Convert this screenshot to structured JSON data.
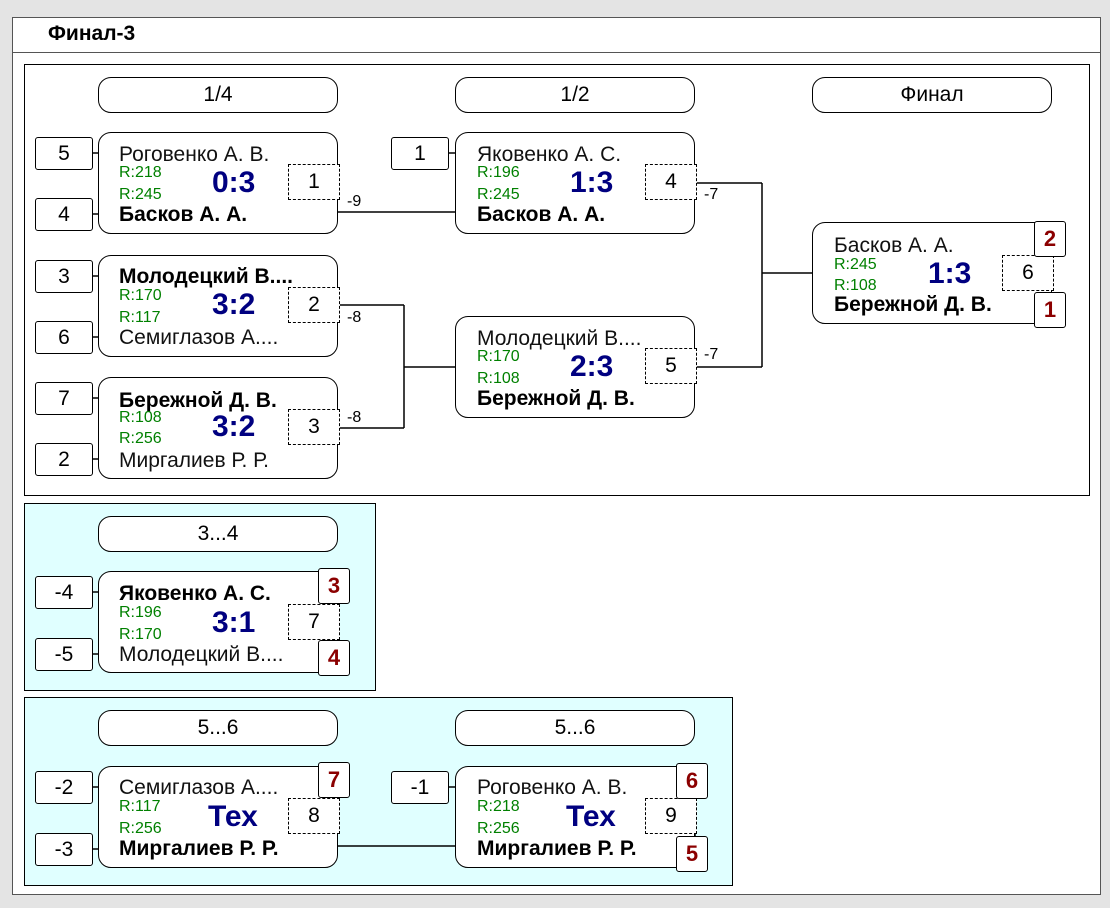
{
  "title": "Финал-3",
  "rounds": {
    "r14": "1/4",
    "r12": "1/2",
    "final": "Финал",
    "r34": "3...4",
    "r56a": "5...6",
    "r56b": "5...6"
  },
  "matches": {
    "m1": {
      "top_seed": "5",
      "bottom_seed": "4",
      "top": "Роговенко А. В.",
      "bottom": "Басков А. А.",
      "top_rating": "R:218",
      "bottom_rating": "R:245",
      "score": "0:3",
      "num": "1",
      "diff": "-9"
    },
    "m2": {
      "top_seed": "3",
      "bottom_seed": "6",
      "top": "Молодецкий В....",
      "bottom": "Семиглазов А....",
      "top_rating": "R:170",
      "bottom_rating": "R:117",
      "score": "3:2",
      "num": "2",
      "diff": "-8"
    },
    "m3": {
      "top_seed": "7",
      "bottom_seed": "2",
      "top": "Бережной Д. В.",
      "bottom": "Миргалиев Р. Р.",
      "top_rating": "R:108",
      "bottom_rating": "R:256",
      "score": "3:2",
      "num": "3",
      "diff": "-8"
    },
    "m4": {
      "top_seed": "1",
      "top": "Яковенко А. С.",
      "bottom": "Басков А. А.",
      "top_rating": "R:196",
      "bottom_rating": "R:245",
      "score": "1:3",
      "num": "4",
      "diff": "-7"
    },
    "m5": {
      "top": "Молодецкий В....",
      "bottom": "Бережной Д. В.",
      "top_rating": "R:170",
      "bottom_rating": "R:108",
      "score": "2:3",
      "num": "5",
      "diff": "-7"
    },
    "m6": {
      "top": "Басков А. А.",
      "bottom": "Бережной Д. В.",
      "top_rating": "R:245",
      "bottom_rating": "R:108",
      "score": "1:3",
      "num": "6",
      "top_place": "2",
      "bottom_place": "1"
    },
    "m7": {
      "top_seed": "-4",
      "bottom_seed": "-5",
      "top": "Яковенко А. С.",
      "bottom": "Молодецкий В....",
      "top_rating": "R:196",
      "bottom_rating": "R:170",
      "score": "3:1",
      "num": "7",
      "top_place": "3",
      "bottom_place": "4"
    },
    "m8": {
      "top_seed": "-2",
      "bottom_seed": "-3",
      "top": "Семиглазов А....",
      "bottom": "Миргалиев Р. Р.",
      "top_rating": "R:117",
      "bottom_rating": "R:256",
      "score": "Тех",
      "num": "8",
      "top_place": "7"
    },
    "m9": {
      "top_seed": "-1",
      "top": "Роговенко А. В.",
      "bottom": "Миргалиев Р. Р.",
      "top_rating": "R:218",
      "bottom_rating": "R:256",
      "score": "Тех",
      "num": "9",
      "top_place": "6",
      "bottom_place": "5"
    }
  },
  "colors": {
    "score": "#000080",
    "rating": "#008000",
    "place": "#8b0000",
    "panel_bg": "#e0ffff"
  }
}
